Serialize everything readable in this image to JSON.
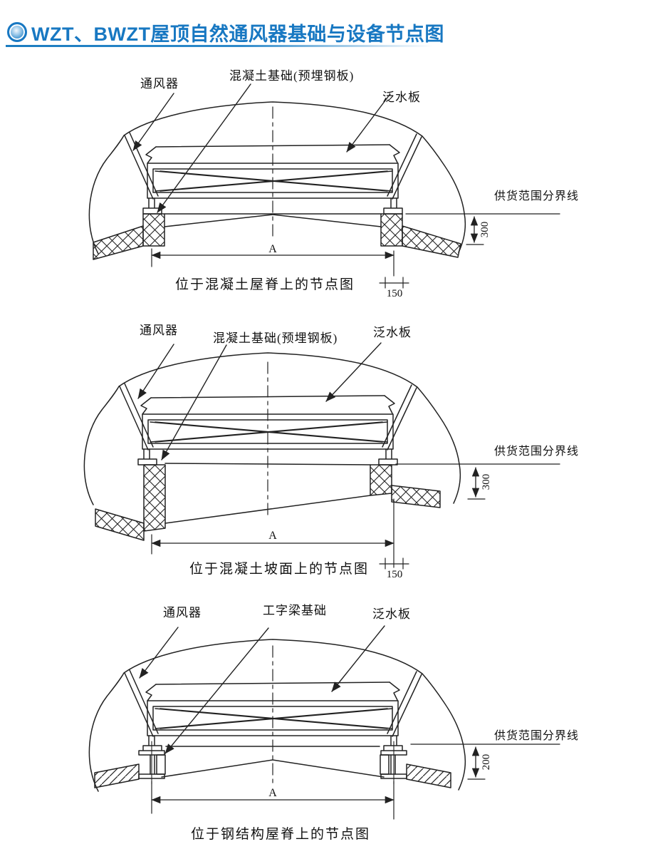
{
  "page_title": {
    "icon": "target-bullet",
    "text": "WZT、BWZT屋顶自然通风器基础与设备节点图"
  },
  "colors": {
    "title_blue": "#1878c2",
    "line_color": "#222222",
    "background": "#ffffff"
  },
  "diagrams": [
    {
      "name": "on-concrete-ridge",
      "caption": "位于混凝土屋脊上的节点图",
      "labels": {
        "ventilator": "通风器",
        "foundation": "混凝土基础(预埋钢板)",
        "flashing": "泛水板",
        "supply_boundary": "供货范围分界线"
      },
      "dimensions": {
        "span": "A",
        "foundation_width": "150",
        "foundation_height": "300"
      }
    },
    {
      "name": "on-concrete-slope",
      "caption": "位于混凝土坡面上的节点图",
      "labels": {
        "ventilator": "通风器",
        "foundation": "混凝土基础(预埋钢板)",
        "flashing": "泛水板",
        "supply_boundary": "供货范围分界线"
      },
      "dimensions": {
        "span": "A",
        "foundation_width": "150",
        "foundation_height": "300"
      }
    },
    {
      "name": "on-steel-ridge",
      "caption": "位于钢结构屋脊上的节点图",
      "labels": {
        "ventilator": "通风器",
        "foundation": "工字梁基础",
        "flashing": "泛水板",
        "supply_boundary": "供货范围分界线"
      },
      "dimensions": {
        "span": "A",
        "foundation_height": "200"
      }
    }
  ]
}
